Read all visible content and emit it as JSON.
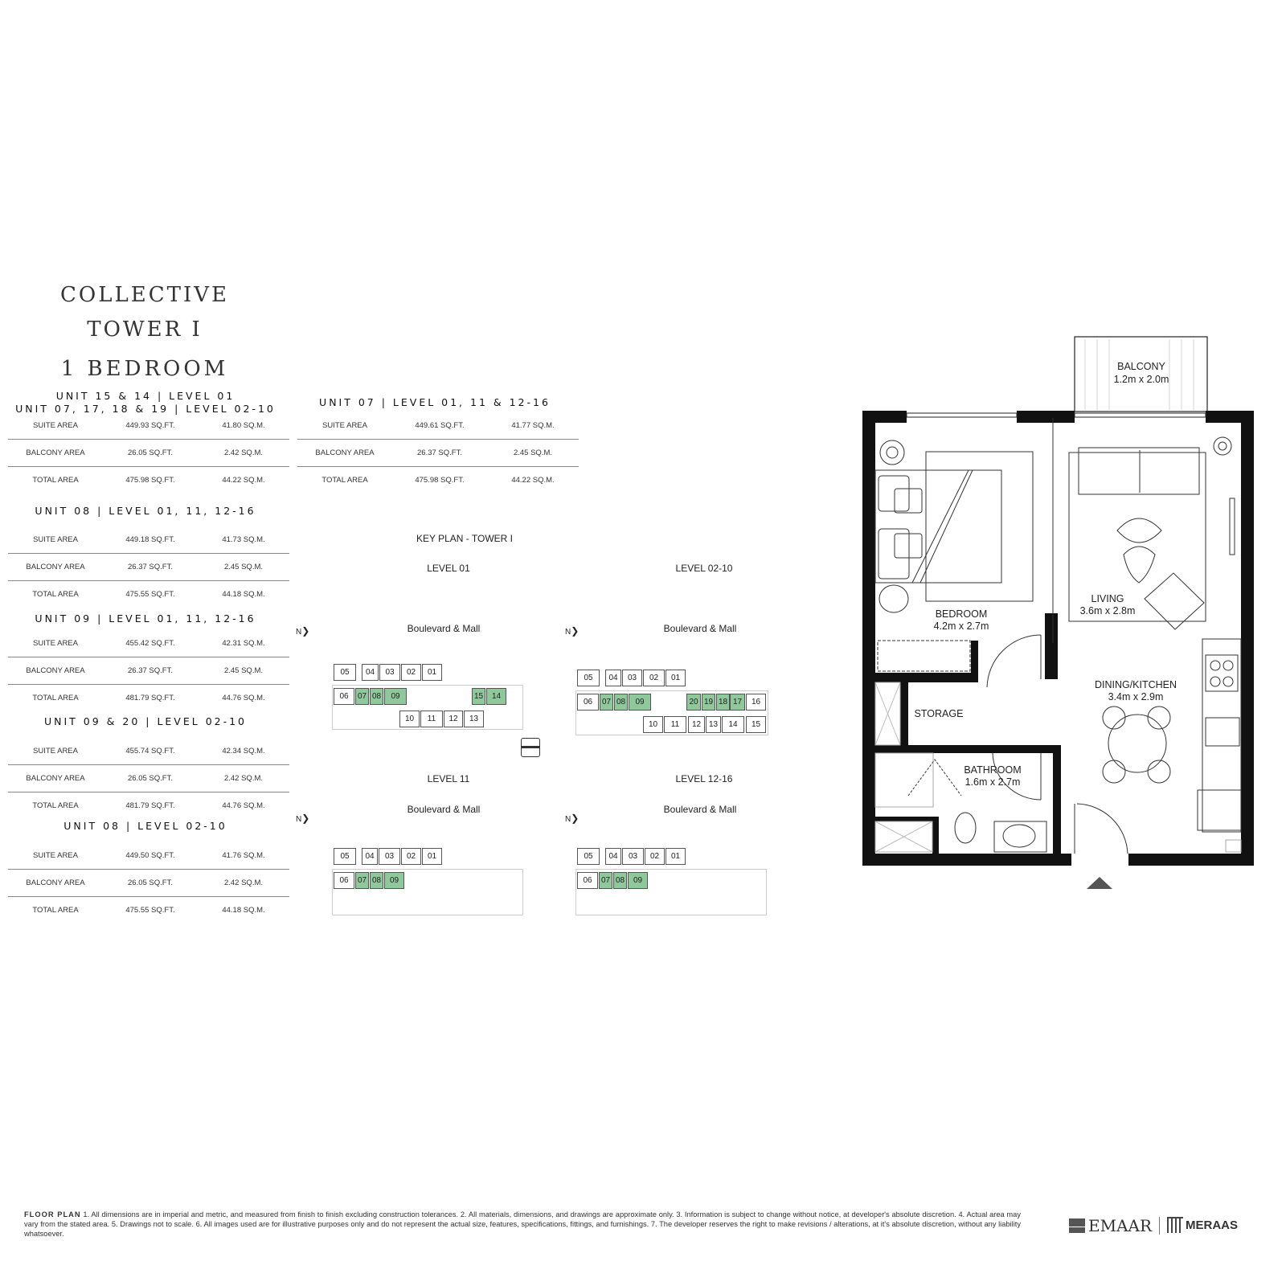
{
  "header": {
    "project": "COLLECTIVE",
    "tower": "TOWER I",
    "unit_type": "1 BEDROOM"
  },
  "area_tables": [
    {
      "heading_lines": [
        "UNIT 15 & 14 | LEVEL 01",
        "UNIT 07, 17, 18 & 19 | LEVEL 02-10"
      ],
      "rows": [
        {
          "label": "SUITE AREA",
          "sqft": "449.93 SQ.FT.",
          "sqm": "41.80 SQ.M."
        },
        {
          "label": "BALCONY AREA",
          "sqft": "26.05 SQ.FT.",
          "sqm": "2.42 SQ.M."
        },
        {
          "label": "TOTAL AREA",
          "sqft": "475.98 SQ.FT.",
          "sqm": "44.22 SQ.M."
        }
      ]
    },
    {
      "heading_lines": [
        "UNIT 08 | LEVEL 01, 11, 12-16"
      ],
      "rows": [
        {
          "label": "SUITE AREA",
          "sqft": "449.18 SQ.FT.",
          "sqm": "41.73 SQ.M."
        },
        {
          "label": "BALCONY AREA",
          "sqft": "26.37 SQ.FT.",
          "sqm": "2.45 SQ.M."
        },
        {
          "label": "TOTAL AREA",
          "sqft": "475.55 SQ.FT.",
          "sqm": "44.18 SQ.M."
        }
      ]
    },
    {
      "heading_lines": [
        "UNIT 09 | LEVEL 01, 11, 12-16"
      ],
      "rows": [
        {
          "label": "SUITE AREA",
          "sqft": "455.42 SQ.FT.",
          "sqm": "42.31 SQ.M."
        },
        {
          "label": "BALCONY AREA",
          "sqft": "26.37 SQ.FT.",
          "sqm": "2.45 SQ.M."
        },
        {
          "label": "TOTAL AREA",
          "sqft": "481.79 SQ.FT.",
          "sqm": "44.76 SQ.M."
        }
      ]
    },
    {
      "heading_lines": [
        "UNIT 09 & 20 | LEVEL 02-10"
      ],
      "rows": [
        {
          "label": "SUITE AREA",
          "sqft": "455.74 SQ.FT.",
          "sqm": "42.34 SQ.M."
        },
        {
          "label": "BALCONY AREA",
          "sqft": "26.05 SQ.FT.",
          "sqm": "2.42 SQ.M."
        },
        {
          "label": "TOTAL AREA",
          "sqft": "481.79 SQ.FT.",
          "sqm": "44.76 SQ.M."
        }
      ]
    },
    {
      "heading_lines": [
        "UNIT 08 | LEVEL 02-10"
      ],
      "rows": [
        {
          "label": "SUITE AREA",
          "sqft": "449.50 SQ.FT.",
          "sqm": "41.76 SQ.M."
        },
        {
          "label": "BALCONY AREA",
          "sqft": "26.05 SQ.FT.",
          "sqm": "2.42 SQ.M."
        },
        {
          "label": "TOTAL AREA",
          "sqft": "475.55 SQ.FT.",
          "sqm": "44.18 SQ.M."
        }
      ]
    },
    {
      "heading_lines": [
        "UNIT 07 | LEVEL 01, 11 & 12-16"
      ],
      "rows": [
        {
          "label": "SUITE AREA",
          "sqft": "449.61 SQ.FT.",
          "sqm": "41.77 SQ.M."
        },
        {
          "label": "BALCONY AREA",
          "sqft": "26.37 SQ.FT.",
          "sqm": "2.45 SQ.M."
        },
        {
          "label": "TOTAL AREA",
          "sqft": "475.98 SQ.FT.",
          "sqm": "44.22 SQ.M."
        }
      ]
    }
  ],
  "key_plan": {
    "title": "KEY PLAN - TOWER I",
    "north_label": "N",
    "highlight_color": "#8fc89a",
    "plans": [
      {
        "level": "LEVEL 01",
        "road": "Boulevard & Mall",
        "rows": [
          [
            "05",
            "04",
            "03",
            "02",
            "01"
          ],
          [
            "06",
            "07",
            "08",
            "09",
            "15",
            "14"
          ],
          [
            "10",
            "11",
            "12",
            "13"
          ]
        ],
        "highlighted": [
          "07",
          "08",
          "09",
          "15",
          "14"
        ],
        "pool_icon": true
      },
      {
        "level": "LEVEL 02-10",
        "road": "Boulevard & Mall",
        "rows": [
          [
            "05",
            "04",
            "03",
            "02",
            "01"
          ],
          [
            "06",
            "07",
            "08",
            "09",
            "20",
            "19",
            "18",
            "17",
            "16"
          ],
          [
            "10",
            "11",
            "12",
            "13",
            "14",
            "15"
          ]
        ],
        "highlighted": [
          "07",
          "08",
          "09",
          "20",
          "19",
          "18",
          "17"
        ]
      },
      {
        "level": "LEVEL 11",
        "road": "Boulevard & Mall",
        "rows": [
          [
            "05",
            "04",
            "03",
            "02",
            "01"
          ],
          [
            "06",
            "07",
            "08",
            "09"
          ]
        ],
        "highlighted": [
          "07",
          "08",
          "09"
        ]
      },
      {
        "level": "LEVEL 12-16",
        "road": "Boulevard & Mall",
        "rows": [
          [
            "05",
            "04",
            "03",
            "02",
            "01"
          ],
          [
            "06",
            "07",
            "08",
            "09"
          ]
        ],
        "highlighted": [
          "07",
          "08",
          "09"
        ]
      }
    ]
  },
  "floor_plan": {
    "rooms": [
      {
        "name": "BALCONY",
        "size": "1.2m x 2.0m"
      },
      {
        "name": "BEDROOM",
        "size": "4.2m x 2.7m"
      },
      {
        "name": "LIVING",
        "size": "3.6m x 2.8m"
      },
      {
        "name": "DINING/KITCHEN",
        "size": "3.4m x 2.9m"
      },
      {
        "name": "STORAGE",
        "size": ""
      },
      {
        "name": "BATHROOM",
        "size": "1.6m x 2.7m"
      }
    ],
    "entrance_icon": "triangle-up-icon"
  },
  "footer": {
    "label": "FLOOR PLAN",
    "notes": "1. All dimensions are in imperial and metric, and measured from finish to finish excluding construction tolerances. 2. All materials, dimensions, and drawings are approximate only. 3. Information is subject to change without notice, at developer's absolute discretion. 4. Actual area may vary from the stated area. 5. Drawings not to scale. 6. All images used are for illustrative purposes only and do not represent the actual size, features, specifications, fittings, and furnishings. 7. The developer reserves the right to make revisions / alterations, at it's absolute discretion, without any liability whatsoever."
  },
  "logos": {
    "emaar": "EMAAR",
    "meraas": "MERAAS"
  }
}
